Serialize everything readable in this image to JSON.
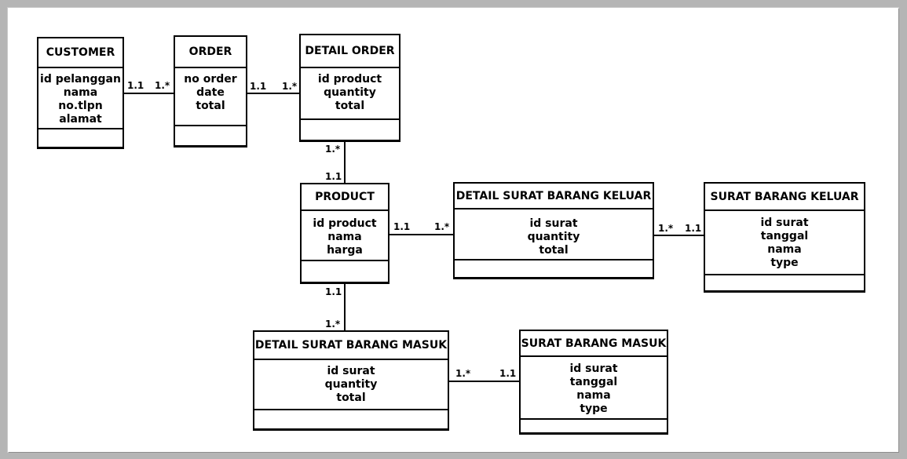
{
  "entities": {
    "customer": {
      "title": "CUSTOMER",
      "attributes": [
        "id pelanggan",
        "nama",
        "no.tlpn",
        "alamat"
      ]
    },
    "order": {
      "title": "ORDER",
      "attributes": [
        "no order",
        "date",
        "total"
      ]
    },
    "detail_order": {
      "title": "DETAIL ORDER",
      "attributes": [
        "id product",
        "quantity",
        "total"
      ]
    },
    "product": {
      "title": "PRODUCT",
      "attributes": [
        "id product",
        "nama",
        "harga"
      ]
    },
    "detail_surat_barang_keluar": {
      "title": "DETAIL SURAT BARANG KELUAR",
      "attributes": [
        "id surat",
        "quantity",
        "total"
      ]
    },
    "surat_barang_keluar": {
      "title": "SURAT BARANG KELUAR",
      "attributes": [
        "id surat",
        "tanggal",
        "nama",
        "type"
      ]
    },
    "detail_surat_barang_masuk": {
      "title": "DETAIL SURAT BARANG MASUK",
      "attributes": [
        "id surat",
        "quantity",
        "total"
      ]
    },
    "surat_barang_masuk": {
      "title": "SURAT BARANG MASUK",
      "attributes": [
        "id surat",
        "tanggal",
        "nama",
        "type"
      ]
    }
  },
  "relationships": [
    {
      "from": "customer",
      "to": "order",
      "from_mult": "1.1",
      "to_mult": "1.*"
    },
    {
      "from": "order",
      "to": "detail_order",
      "from_mult": "1.1",
      "to_mult": "1.*"
    },
    {
      "from": "detail_order",
      "to": "product",
      "from_mult": "1.*",
      "to_mult": "1.1"
    },
    {
      "from": "product",
      "to": "detail_surat_barang_keluar",
      "from_mult": "1.1",
      "to_mult": "1.*"
    },
    {
      "from": "detail_surat_barang_keluar",
      "to": "surat_barang_keluar",
      "from_mult": "1.*",
      "to_mult": "1.1"
    },
    {
      "from": "product",
      "to": "detail_surat_barang_masuk",
      "from_mult": "1.1",
      "to_mult": "1.*"
    },
    {
      "from": "detail_surat_barang_masuk",
      "to": "surat_barang_masuk",
      "from_mult": "1.*",
      "to_mult": "1.1"
    }
  ]
}
